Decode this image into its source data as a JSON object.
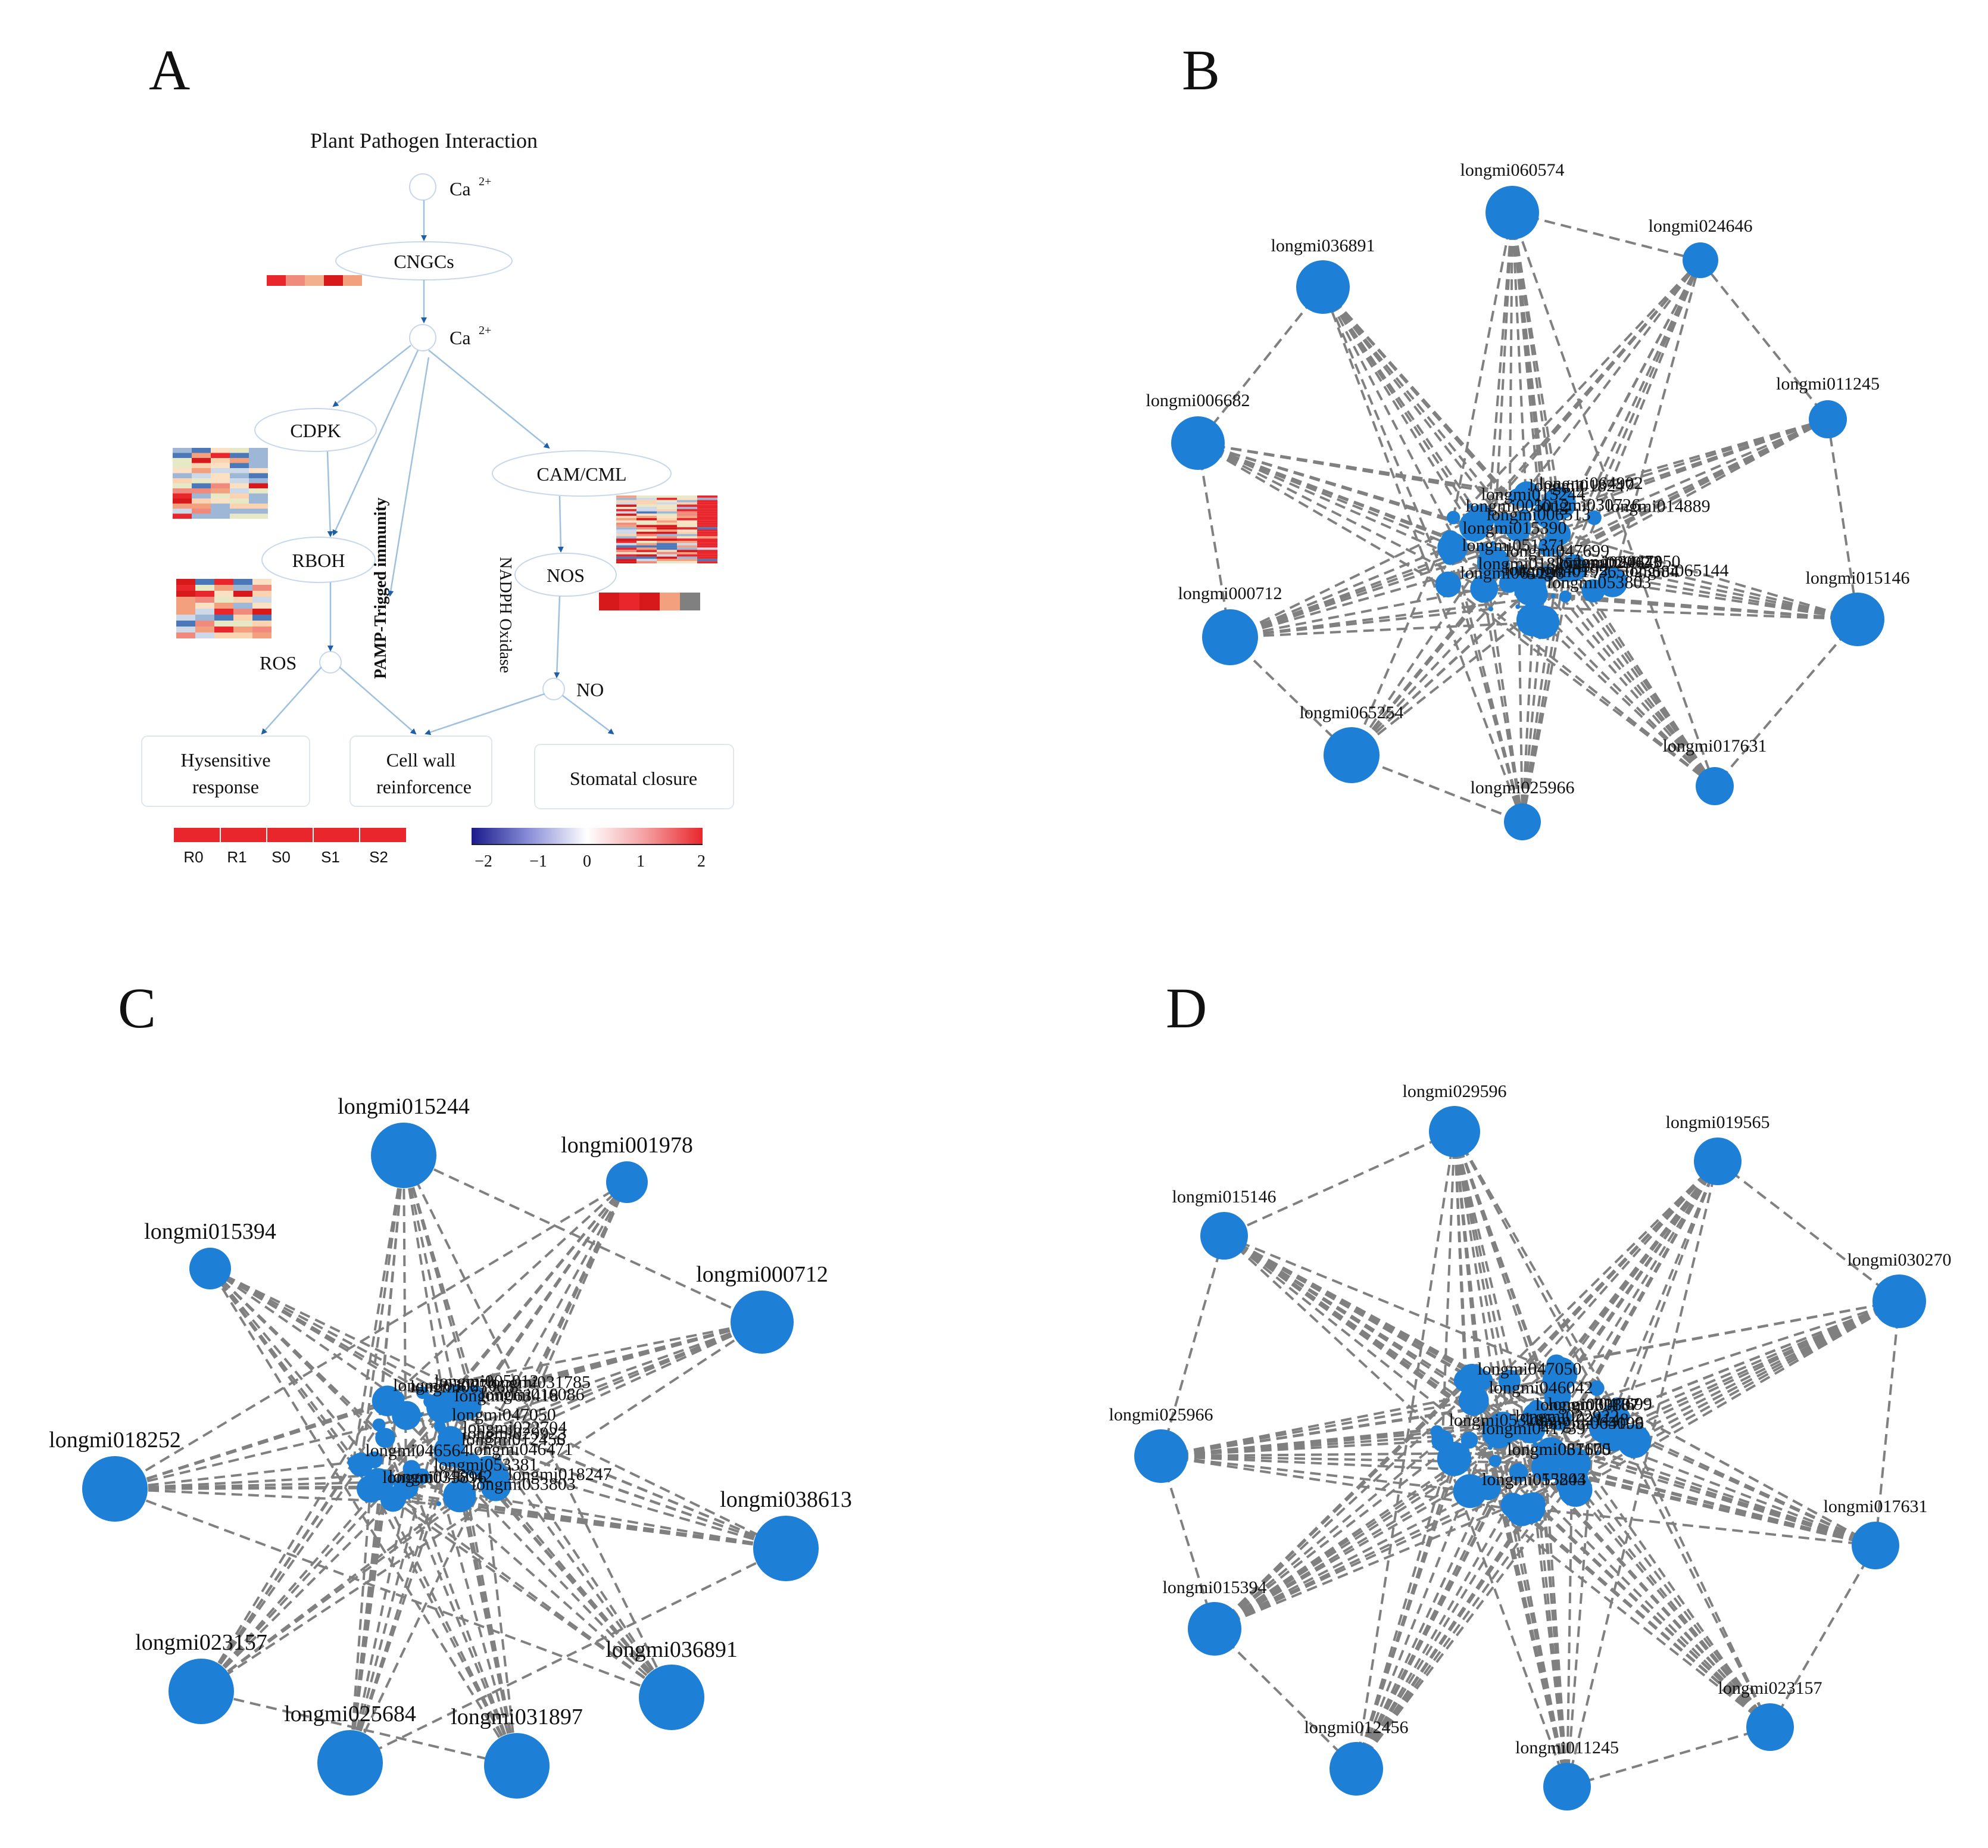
{
  "panels": {
    "A": "A",
    "B": "B",
    "C": "C",
    "D": "D"
  },
  "pathway": {
    "title": "Plant Pathogen Interaction",
    "ca_top": "Ca",
    "ca_mid": "Ca",
    "ca_sup": "2+",
    "cngcs": "CNGCs",
    "cdpk": "CDPK",
    "cam": "CAM/CML",
    "rboh": "RBOH",
    "nos": "NOS",
    "ros": "ROS",
    "no": "NO",
    "pamp": "PAMP-Trigged immunity",
    "nadph": "NADPH Oxidase",
    "hyper_1": "Hysensitive",
    "hyper_2": "response",
    "cell_1": "Cell wall",
    "cell_2": "reinforcence",
    "stomatal": "Stomatal closure",
    "samples": [
      "R0",
      "R1",
      "S0",
      "S1",
      "S2"
    ],
    "scale_ticks": [
      "−2",
      "−1",
      "0",
      "1",
      "2"
    ],
    "colors": {
      "arrow": "#1f5fa8",
      "high": "#e8262b",
      "low": "#1a1a8c"
    }
  },
  "networks": {
    "B": {
      "outer": [
        {
          "id": "longmi060574"
        },
        {
          "id": "longmi036891"
        },
        {
          "id": "longmi024646"
        },
        {
          "id": "longmi006682"
        },
        {
          "id": "longmi011245"
        },
        {
          "id": "longmi000712"
        },
        {
          "id": "longmi015146"
        },
        {
          "id": "longmi065254"
        },
        {
          "id": "longmi017631"
        },
        {
          "id": "longmi025966"
        }
      ],
      "inner_labels": [
        "longmi019565025684",
        "longmi053803",
        "longmi047699",
        "longmi005012",
        "longmi015244",
        "longmi030726",
        "longmi064902",
        "longmi047050",
        "longmi018252",
        "longmi006513",
        "longmi014889",
        "longmi040192",
        "longmi065144",
        "longmi061298",
        "longmi024643",
        "longmi051371",
        "longmi029923",
        "longmi015390",
        "longmi018247"
      ]
    },
    "C": {
      "outer": [
        {
          "id": "longmi015244"
        },
        {
          "id": "longmi001978"
        },
        {
          "id": "longmi015394"
        },
        {
          "id": "longmi000712"
        },
        {
          "id": "longmi018252"
        },
        {
          "id": "longmi038613"
        },
        {
          "id": "longmi023157"
        },
        {
          "id": "longmi036891"
        },
        {
          "id": "longmi025684"
        },
        {
          "id": "longmi031897"
        }
      ],
      "inner_labels": [
        "longmi030270",
        "longmi047050",
        "longmi046042",
        "longmi053803",
        "longmi065966",
        "longmi022704",
        "longmi029923",
        "longmi063418",
        "longmi005012",
        "longmi031785",
        "longmi012456",
        "longmi053381",
        "longmi046564",
        "longmi016086",
        "longmi018247",
        "longmi046471",
        "longmi035896"
      ]
    },
    "D": {
      "outer": [
        {
          "id": "longmi029596"
        },
        {
          "id": "longmi019565"
        },
        {
          "id": "longmi015146"
        },
        {
          "id": "longmi030270"
        },
        {
          "id": "longmi025966"
        },
        {
          "id": "longmi017631"
        },
        {
          "id": "longmi015394"
        },
        {
          "id": "longmi023157"
        },
        {
          "id": "longmi012456"
        },
        {
          "id": "longmi011245"
        }
      ],
      "inner_labels": [
        "longmi053803",
        "longmi037605",
        "longmi064106",
        "longmi060807",
        "longmi047699",
        "longmi046042",
        "longmi041739",
        "longmi053185",
        "longmi021148",
        "longmi047050",
        "longmi022922",
        "longmi015244",
        "longmi061170",
        "longmi065099",
        "longmi031187"
      ]
    }
  }
}
